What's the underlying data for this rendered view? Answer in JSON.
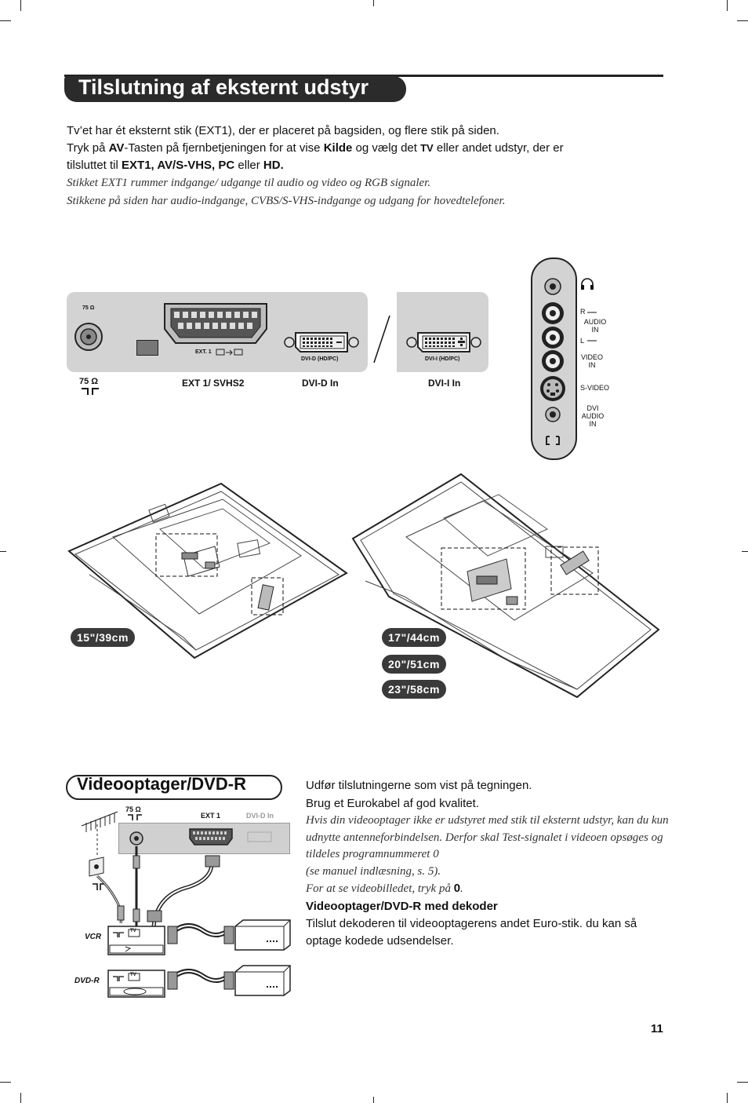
{
  "header": {
    "title": "Tilslutning af eksternt udstyr"
  },
  "intro": {
    "line1": "Tv’et har ét eksternt stik (EXT1), der er placeret på bagsiden, og flere stik på siden.",
    "line2_a": "Tryk på ",
    "line2_av": "AV",
    "line2_b": "-Tasten på fjernbetjeningen for at vise ",
    "line2_kilde": "Kilde",
    "line2_c": " og vælg det ",
    "line2_tv": "TV",
    "line2_d": " eller andet udstyr, der er",
    "line3_a": "tilsluttet til ",
    "line3_b": "EXT1, AV/S-VHS, PC",
    "line3_c": " eller ",
    "line3_d": "HD.",
    "note1": "Stikket EXT1 rummer indgange/ udgange til audio og video og RGB signaler.",
    "note2": "Stikkene på siden har audio-indgange, CVBS/S-VHS-indgange og udgang for hovedtelefoner."
  },
  "rear_panel": {
    "ohm_small": "75 Ω",
    "ohm_label": "75 Ω",
    "ext1_small": "EXT. 1",
    "dvid_small": "DVI-D (HD/PC)",
    "dvii_small": "DVI-I  (HD/PC)",
    "ext1_label": "EXT 1/ SVHS2",
    "dvid_label": "DVI-D In",
    "dvii_label": "DVI-I In"
  },
  "side_panel": {
    "r": "R",
    "audio_in": "AUDIO IN",
    "l": "L",
    "video_in": "VIDEO IN",
    "svideo": "S-VIDEO",
    "dvi_audio_in": "DVI AUDIO IN"
  },
  "sizes": {
    "s15": "15\"/39cm",
    "s17": "17\"/44cm",
    "s20": "20\"/51cm",
    "s23": "23\"/58cm"
  },
  "vcr_section": {
    "title": "Videooptager/DVD-R",
    "diagram": {
      "ohm": "75 Ω",
      "ext1": "EXT 1",
      "dvid": "DVI-D In",
      "vcr": "VCR",
      "dvdr": "DVD-R",
      "tv1": "TV",
      "tv2": "TV"
    },
    "p1": "Udfør tilslutningerne som vist på tegningen.",
    "p2": "Brug et Eurokabel af god kvalitet.",
    "it1": "Hvis din videooptager ikke er udstyret med stik til eksternt udstyr, kan du kun udnytte antenneforbindelsen. Derfor skal Test-signalet i videoen opsøges og tildeles programnummeret 0",
    "it2": "(se manuel indlæsning, s. 5).",
    "it3a": "For at se videobilledet, tryk på ",
    "it3b": "0",
    "it3c": ".",
    "subhead": "Videooptager/DVD-R med dekoder",
    "p3": "Tilslut dekoderen til videooptagerens andet Euro-stik. du kan så optage kodede udsendelser."
  },
  "footer": {
    "page_number": "11"
  }
}
